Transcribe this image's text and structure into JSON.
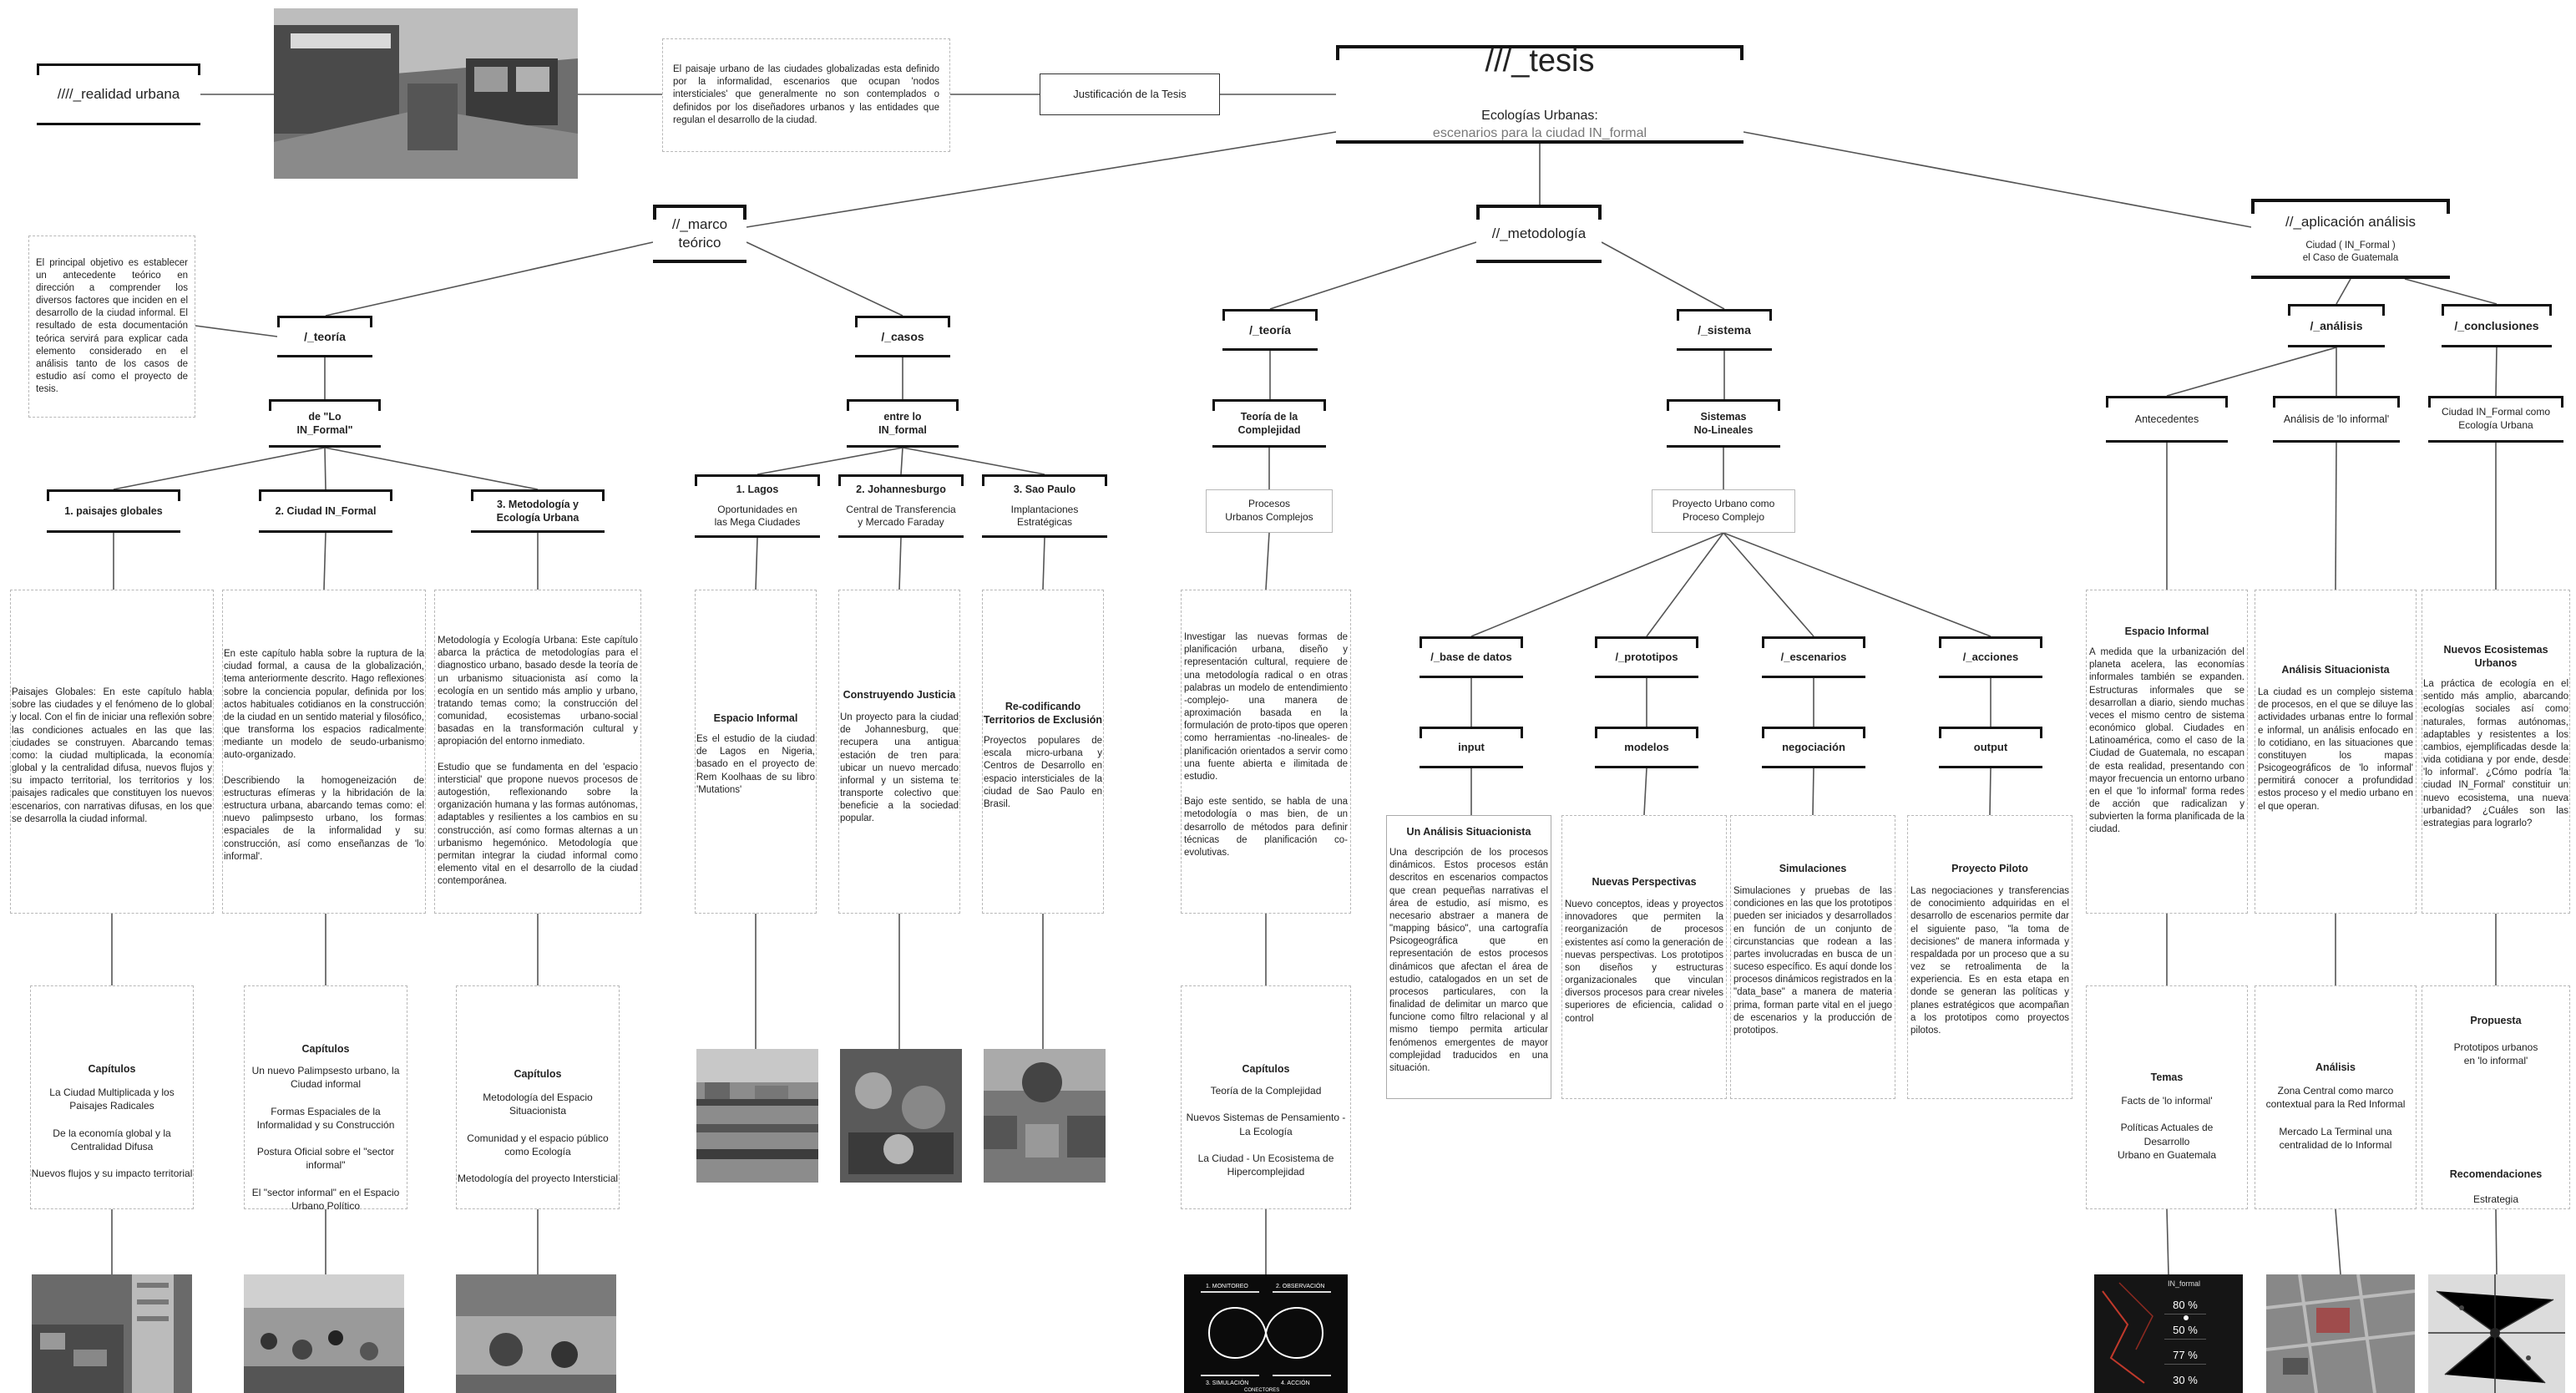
{
  "header": {
    "realidad": "////_realidad urbana",
    "intro": "El paisaje urbano de las ciudades globalizadas esta definido por la informalidad, escenarios que ocupan 'nodos intersticiales' que generalmente no son contemplados o definidos por los diseñadores urbanos y las entidades que regulan el desarrollo de la ciudad.",
    "justificacion": "Justificación de la Tesis",
    "tesis": "///_tesis",
    "subtitle_strong": "Ecologías Urbanas:",
    "subtitle_light": "escenarios para la ciudad IN_formal"
  },
  "marco": {
    "title": "//_marco\nteórico",
    "objective": "El principal objetivo es establecer un antecedente teórico en dirección a comprender los diversos factores que inciden en el desarrollo de la ciudad informal. El resultado de esta documentación teórica servirá para explicar cada elemento considerado en el análisis tanto de los casos de estudio así como el proyecto de tesis.",
    "teoria": {
      "label": "/_teoría",
      "sub": "de \"Lo\nIN_Formal\"",
      "items": [
        {
          "title": "1. paisajes globales",
          "text": "Paisajes Globales: En este capítulo habla sobre las ciudades y el fenómeno de lo global y local. Con el fin de iniciar una reflexión sobre las condiciones actuales en las que las ciudades se construyen. Abarcando temas como: la ciudad multiplicada, la economía global y la centralidad difusa, nuevos flujos y su impacto territorial, los territorios y los paisajes radicales que constituyen los nuevos escenarios, con narrativas difusas, en los que se desarrolla la ciudad informal.",
          "cap_head": "Capítulos",
          "chapters": "La Ciudad Multiplicada y los Paisajes Radicales\n\nDe la economía global y la Centralidad Difusa\n\nNuevos flujos y su impacto territorial"
        },
        {
          "title": "2. Ciudad IN_Formal",
          "text": "En este capítulo habla sobre la ruptura de la ciudad formal, a causa de la globalización, tema anteriormente descrito. Hago reflexiones sobre la conciencia popular, definida por los actos habituales cotidianos en la construcción de la ciudad en un sentido material y filosófico, que transforma los espacios radicalmente mediante un modelo de seudo-urbanismo auto-organizado.\n\nDescribiendo la homogeneización de estructuras efímeras y la hibridación de la estructura urbana, abarcando temas como: el nuevo palimpsesto urbano, los formas espaciales de la informalidad y su construcción, así como enseñanzas de 'lo informal'.",
          "cap_head": "Capítulos",
          "chapters": "Un nuevo Palimpsesto urbano, la Ciudad informal\n\nFormas Espaciales de la Informalidad y su Construcción\n\nPostura Oficial sobre el \"sector informal\"\n\nEl \"sector informal\" en el Espacio Urbano Político"
        },
        {
          "title": "3. Metodología y\nEcología Urbana",
          "text": "Metodología y Ecología Urbana: Este capítulo abarca la práctica de metodologías para el diagnostico urbano, basado desde la teoría de un urbanismo situacionista así como la ecología en un sentido más amplio y urbano, tratando temas como; la construcción del comunidad, ecosistemas urbano-social basadas en la transformación cultural y apropiación del entorno inmediato.\n\nEstudio que se fundamenta en del 'espacio intersticial' que propone nuevos procesos de autogestión, reflexionando sobre la organización humana y las formas autónomas, adaptables y resilientes a los cambios en su construcción, así como formas alternas a un urbanismo hegemónico. Metodología que permitan integrar la ciudad informal como elemento vital en el desarrollo de la ciudad contemporánea.",
          "cap_head": "Capítulos",
          "chapters": "Metodología del Espacio Situacionista\n\nComunidad y el espacio público como Ecología\n\nMetodología del proyecto Intersticial"
        }
      ]
    },
    "casos": {
      "label": "/_casos",
      "sub": "entre lo\nIN_formal",
      "items": [
        {
          "title": "1. Lagos",
          "subtitle": "Oportunidades en\nlas Mega Ciudades",
          "head": "Espacio Informal",
          "text": "Es el estudio de la ciudad de Lagos en Nigeria, basado en el proyecto de Rem Koolhaas de su libro 'Mutations'"
        },
        {
          "title": "2. Johannesburgo",
          "subtitle": "Central de Transferencia\ny Mercado Faraday",
          "head": "Construyendo Justicia",
          "text": "Un proyecto para la ciudad de Johannesburg, que recupera una antigua estación de tren para ubicar un nuevo mercado informal y un sistema te transporte colectivo que beneficie a la sociedad popular."
        },
        {
          "title": "3. Sao Paulo",
          "subtitle": "Implantaciones\nEstratégicas",
          "head": "Re-codificando\nTerritorios de Exclusión",
          "text": "Proyectos populares de escala micro-urbana y Centros de Desarrollo en espacio intersticiales de la ciudad de Sao Paulo en Brasil."
        }
      ]
    }
  },
  "metodologia": {
    "title": "//_metodología",
    "teoria": {
      "label": "/_teoría",
      "sub": "Teoría de la\nComplejidad",
      "procesos": "Procesos\nUrbanos Complejos",
      "text": "Investigar las nuevas formas de planificación urbana, diseño y representación cultural, requiere de una metodología radical o en otras palabras un modelo de entendimiento -complejo- una manera de aproximación basada en la formulación de proto-tipos que operen como herramientas -no-lineales- de planificación orientados a servir como una fuente abierta e ilimitada de estudio.\n\nBajo este sentido, se habla de una metodología o mas bien, de un desarrollo de métodos para definir técnicas de planificación co-evolutivas.",
      "cap_head": "Capítulos",
      "chapters": "Teoría de la Complejidad\n\nNuevos Sistemas de Pensamiento - La Ecología\n\nLa Ciudad - Un Ecosistema de Hipercomplejidad"
    },
    "sistema": {
      "label": "/_sistema",
      "sub": "Sistemas\nNo-Lineales",
      "proyecto": "Proyecto Urbano como\nProceso Complejo",
      "items": [
        {
          "label": "/_base de datos",
          "box": "input",
          "head": "Un Análisis Situacionista",
          "text": "Una descripción de los procesos dinámicos. Estos procesos están descritos en escenarios compactos que crean pequeñas narrativas el área de estudio, así mismo, es necesario abstraer a manera de \"mapping básico\", una cartografía Psicogeográfica que en representación de estos procesos dinámicos que afectan el área de estudio, catalogados en un set de procesos particulares, con la finalidad de delimitar un marco que funcione como filtro relacional y al mismo tiempo permita articular fenómenos emergentes de mayor complejidad traducidos en una situación."
        },
        {
          "label": "/_prototipos",
          "box": "modelos",
          "head": "Nuevas Perspectivas",
          "text": "Nuevo conceptos, ideas y proyectos innovadores que permiten la reorganización de procesos existentes así como la generación de nuevas perspectivas. Los prototipos son diseños y estructuras organizacionales que vinculan diversos procesos para crear niveles superiores de eficiencia, calidad o control"
        },
        {
          "label": "/_escenarios",
          "box": "negociación",
          "head": "Simulaciones",
          "text": "Simulaciones y pruebas de las condiciones en las que los prototipos pueden ser iniciados y desarrollados en función de un conjunto de circunstancias que rodean a las partes involucradas en busca de un suceso específico. Es aquí donde los procesos dinámicos registrados en la \"data_base\" a manera de materia prima, forman parte vital en el juego de escenarios y la producción de prototipos."
        },
        {
          "label": "/_acciones",
          "box": "output",
          "head": "Proyecto Piloto",
          "text": "Las negociaciones y transferencias de conocimiento adquiridas en el desarrollo de escenarios permite dar el siguiente paso, \"la toma de decisiones\" de manera informada y respaldada por un proceso que a su vez se retroalimenta de la experiencia. Es en esta etapa en donde se generan las políticas y planes estratégicos que acompañan a los prototipos como proyectos pilotos."
        }
      ]
    },
    "diagram": {
      "t1": "1. MONITOREO",
      "t2": "2. OBSERVACIÓN",
      "b1": "3. SIMULACIÓN",
      "b2": "4. ACCIÓN",
      "bottom": "CONECTORES"
    }
  },
  "aplicacion": {
    "title": "//_aplicación análisis",
    "subtitle": "Ciudad ( IN_Formal )\nel Caso de Guatemala",
    "antecedentes": {
      "label": "Antecedentes",
      "head": "Espacio Informal",
      "text": "A medida que la urbanización del planeta acelera, las economías informales también se expanden. Estructuras informales que se desarrollan a diario, siendo muchas veces el mismo centro de sistema económico global. Ciudades en Latinoamérica, como el caso de la Ciudad de Guatemala, no escapan de esta realidad, presentando con mayor frecuencia un entorno urbano en el que 'lo informal' forma redes de acción que radicalizan y subvierten la forma planificada de la ciudad.",
      "cap_head": "Temas",
      "chapters": "Facts de 'lo informal'\n\nPolíticas Actuales de\nDesarrollo\nUrbano en Guatemala"
    },
    "analisis": {
      "label": "/_análisis",
      "sub": "Análisis de 'lo informal'",
      "head": "Análisis Situacionista",
      "text": "La ciudad es un complejo sistema de procesos, en el que se diluye las actividades urbanas entre lo formal e informal, un análisis enfocado en lo cotidiano, en las situaciones que constituyen los mapas Psicogeográficos de 'lo informal' permitirá conocer a profundidad estos proceso y el medio urbano en el que operan.",
      "cap_head": "Análisis",
      "chapters": "Zona Central como marco contextual para la Red Informal\n\nMercado La Terminal una centralidad de lo Informal"
    },
    "conclusiones": {
      "label": "/_conclusiones",
      "sub": "Ciudad IN_Formal como\nEcología Urbana",
      "head": "Nuevos Ecosistemas\nUrbanos",
      "text": "La práctica de ecología en el sentido más amplio, abarcando ecologías sociales así como naturales, formas autónomas, adaptables y resistentes a los cambios, ejemplificadas desde la vida cotidiana y por ende, desde 'lo informal'. ¿Cómo podría 'la ciudad IN_Formal' constituir un nuevo ecosistema, una nueva urbanidad? ¿Cuáles son las estrategias para lograrlo?",
      "propuesta_head": "Propuesta",
      "propuesta": "Prototipos urbanos\nen 'lo informal'",
      "recom_head": "Recomendaciones",
      "recom": "Estrategia"
    },
    "stats": {
      "head": "IN_formal",
      "values": [
        "80 %",
        "50 %",
        "77 %",
        "30 %"
      ]
    }
  },
  "colors": {
    "line": "#555555",
    "dash": "#b8b8b8",
    "bracket": "#111111"
  }
}
